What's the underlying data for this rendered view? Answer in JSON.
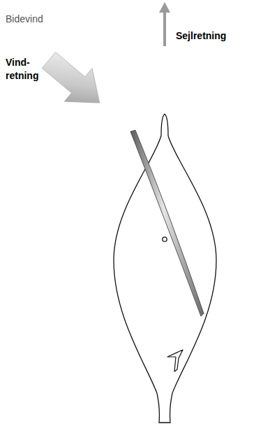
{
  "diagram": {
    "title": "Bidevind",
    "labels": [
      "Sejlretning",
      "Vind- retning"
    ]
  }
}
